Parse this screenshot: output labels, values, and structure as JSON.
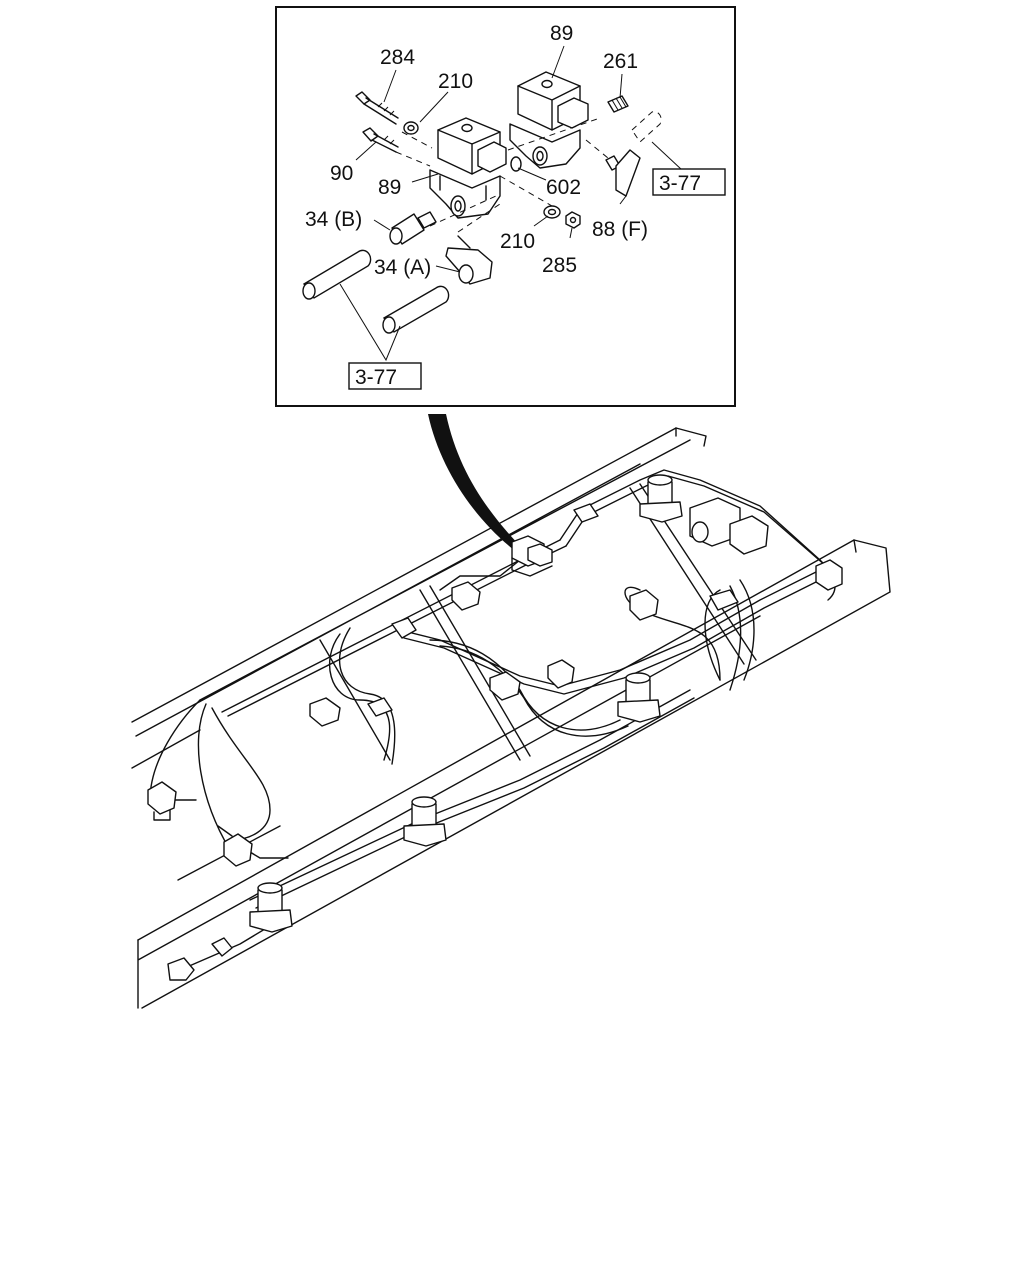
{
  "labels": {
    "p284": "284",
    "p210_top": "210",
    "p89_top": "89",
    "p261": "261",
    "p90": "90",
    "p89_mid": "89",
    "p602": "602",
    "p34b": "34 (B)",
    "p210_bot": "210",
    "p88f": "88 (F)",
    "p34a": "34 (A)",
    "p285": "285",
    "ref_right": "3-77",
    "ref_left": "3-77"
  }
}
